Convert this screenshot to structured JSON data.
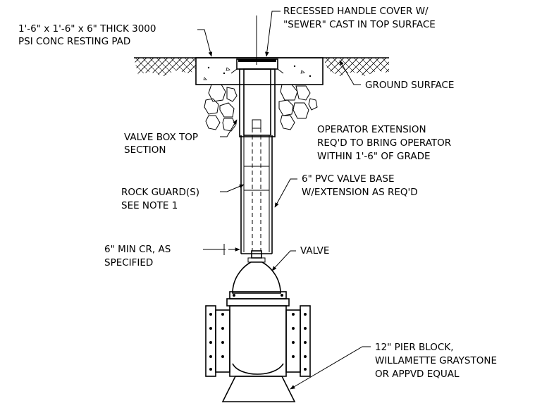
{
  "labels": {
    "pad_line1": "1'-6\" x 1'-6\" x 6\" THICK 3000",
    "pad_line2": "PSI CONC RESTING PAD",
    "cover_line1": "RECESSED HANDLE COVER W/",
    "cover_line2": "\"SEWER\" CAST IN TOP SURFACE",
    "ground": "GROUND SURFACE",
    "box_line1": "VALVE BOX TOP",
    "box_line2": "SECTION",
    "operator_line1": "OPERATOR EXTENSION",
    "operator_line2": "REQ'D TO BRING OPERATOR",
    "operator_line3": "WITHIN 1'-6\" OF GRADE",
    "pvc_line1": "6\" PVC VALVE BASE",
    "pvc_line2": "W/EXTENSION AS REQ'D",
    "rock_line1": "ROCK GUARD(S)",
    "rock_line2": "SEE NOTE 1",
    "cr_line1": "6\" MIN CR, AS",
    "cr_line2": "SPECIFIED",
    "valve": "VALVE",
    "pier_line1": "12\" PIER BLOCK,",
    "pier_line2": "WILLAMETTE GRAYSTONE",
    "pier_line3": "OR APPVD EQUAL"
  }
}
